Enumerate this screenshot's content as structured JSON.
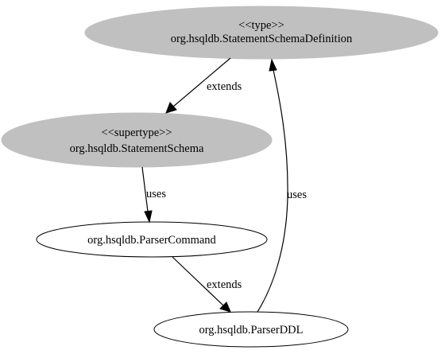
{
  "nodes": {
    "statement_schema_definition": {
      "stereotype": "<<type>>",
      "name": "org.hsqldb.StatementSchemaDefinition",
      "fill": "#c0c0c0"
    },
    "statement_schema": {
      "stereotype": "<<supertype>>",
      "name": "org.hsqldb.StatementSchema",
      "fill": "#c0c0c0"
    },
    "parser_command": {
      "name": "org.hsqldb.ParserCommand",
      "fill": "#ffffff"
    },
    "parser_ddl": {
      "name": "org.hsqldb.ParserDDL",
      "fill": "#ffffff"
    }
  },
  "edges": {
    "definition_to_schema": {
      "label": "extends"
    },
    "schema_to_command": {
      "label": "uses"
    },
    "command_to_ddl": {
      "label": "extends"
    },
    "ddl_to_definition": {
      "label": "uses"
    }
  }
}
